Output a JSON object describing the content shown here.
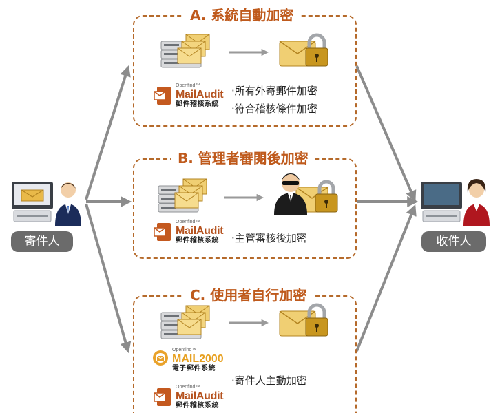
{
  "sender": {
    "label": "寄件人"
  },
  "receiver": {
    "label": "收件人"
  },
  "sections": [
    {
      "title": "A. 系統自動加密",
      "brand": {
        "small": "Openfind™",
        "name": "MailAudit",
        "sub": "郵件稽核系統"
      },
      "bullets": [
        "‧所有外寄郵件加密",
        "‧符合稽核條件加密"
      ]
    },
    {
      "title": "B. 管理者審閱後加密",
      "brand": {
        "small": "Openfind™",
        "name": "MailAudit",
        "sub": "郵件稽核系統"
      },
      "bullets": [
        "‧主管審核後加密"
      ]
    },
    {
      "title": "C. 使用者自行加密",
      "brand": {
        "small": "Openfind™",
        "name": "MailAudit",
        "sub": "郵件稽核系統"
      },
      "brand2": {
        "small": "Openfind™",
        "name": "MAIL2000",
        "sub": "電子郵件系統"
      },
      "bullets": [
        "‧寄件人主動加密"
      ]
    }
  ],
  "colors": {
    "accent": "#bf5a1c",
    "border": "#b56a2b",
    "arrow": "#8c8c8c",
    "label_bg": "#6b6b6b"
  },
  "icons": [
    "mail-server-icon",
    "right-arrow-icon",
    "locked-envelope-icon",
    "manager-with-lock-icon",
    "computer-user-icon"
  ]
}
